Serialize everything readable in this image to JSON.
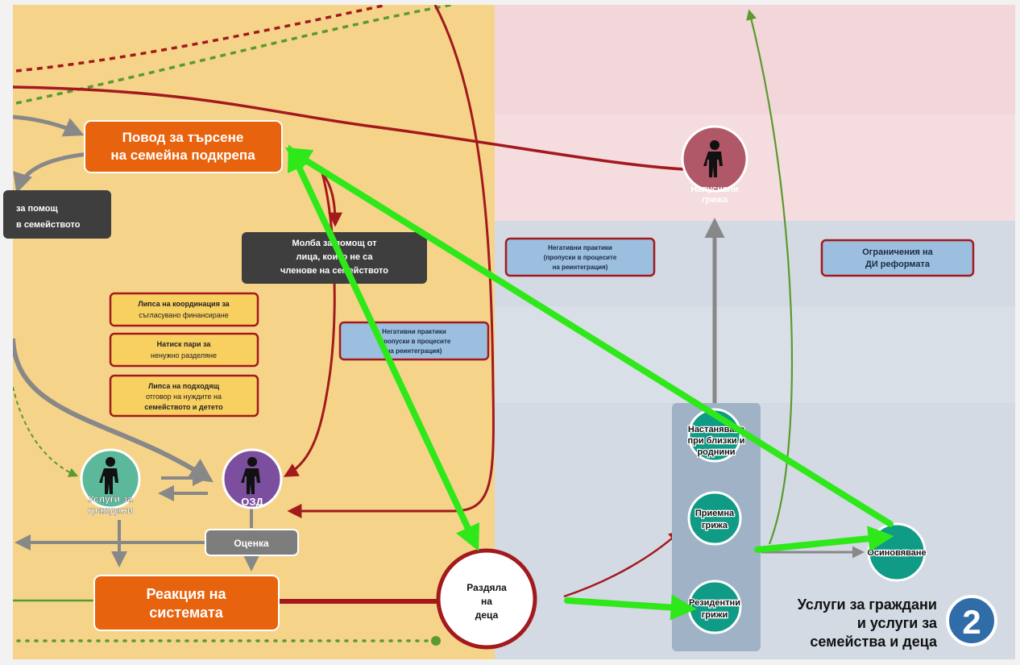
{
  "top_box": {
    "line1": "Повод за търсене",
    "line2": "на семейна подкрепа"
  },
  "left_box": {
    "line1": "за помощ",
    "line2": "в семейството"
  },
  "help_box": {
    "line1": "Молба за помощ от",
    "line2": "лица, които не са",
    "line3": "членове на семейството"
  },
  "issue_boxes": [
    {
      "line1": "Липса на координация за",
      "line2": "съгласувано финансиране"
    },
    {
      "line1": "Натиск пари за",
      "line2": "ненужно разделяне"
    },
    {
      "line1": "Липса на подходящ",
      "line2": "отговор на нуждите на",
      "line3": "семейството и детето"
    }
  ],
  "practice_box_mid": {
    "line1": "Негативни практики",
    "line2": "(пропуски в процесите",
    "line3": "на реинтеграция)"
  },
  "practice_box_right": {
    "line1": "Негативни практики",
    "line2": "(пропуски в процесите",
    "line3": "на реинтеграция)"
  },
  "limit_box": {
    "line1": "Ограничения на",
    "line2": "ДИ реформата"
  },
  "circles": {
    "services": {
      "line1": "Услуги за",
      "line2": "граждани"
    },
    "ozd": {
      "label": "ОЗД"
    },
    "leaving_care": {
      "line1": "Напуснали",
      "line2": "грижа"
    },
    "separation": {
      "line1": "Раздяла",
      "line2": "на",
      "line3": "деца"
    },
    "foster": {
      "line1": "Приемна",
      "line2": "грижа"
    },
    "residential": {
      "line1": "Резидентни",
      "line2": "грижи"
    },
    "adoption": {
      "label": "Осиновяване"
    }
  },
  "kinship": {
    "line1": "Настаняване",
    "line2": "при близки и",
    "line3": "роднини"
  },
  "assessment": {
    "label": "Оценка"
  },
  "reaction": {
    "line1": "Реакция на",
    "line2": "системата"
  },
  "section_title": {
    "line1": "Услуги за граждани",
    "line2": "и услуги за",
    "line3": "семейства и деца"
  },
  "section_number": "2",
  "colors": {
    "yellow_panel": "#f5d48a",
    "pink_panel": "#f2d6da",
    "blue_panel": "#d3dae3",
    "orange": "#e8630e",
    "dark_red": "#a3191d",
    "green_overlay": "#2ee81a",
    "teal": "#0f9b86",
    "purple": "#7c4f9e",
    "dark_box": "#3e3e3e",
    "badge_blue": "#2f6ca8"
  }
}
